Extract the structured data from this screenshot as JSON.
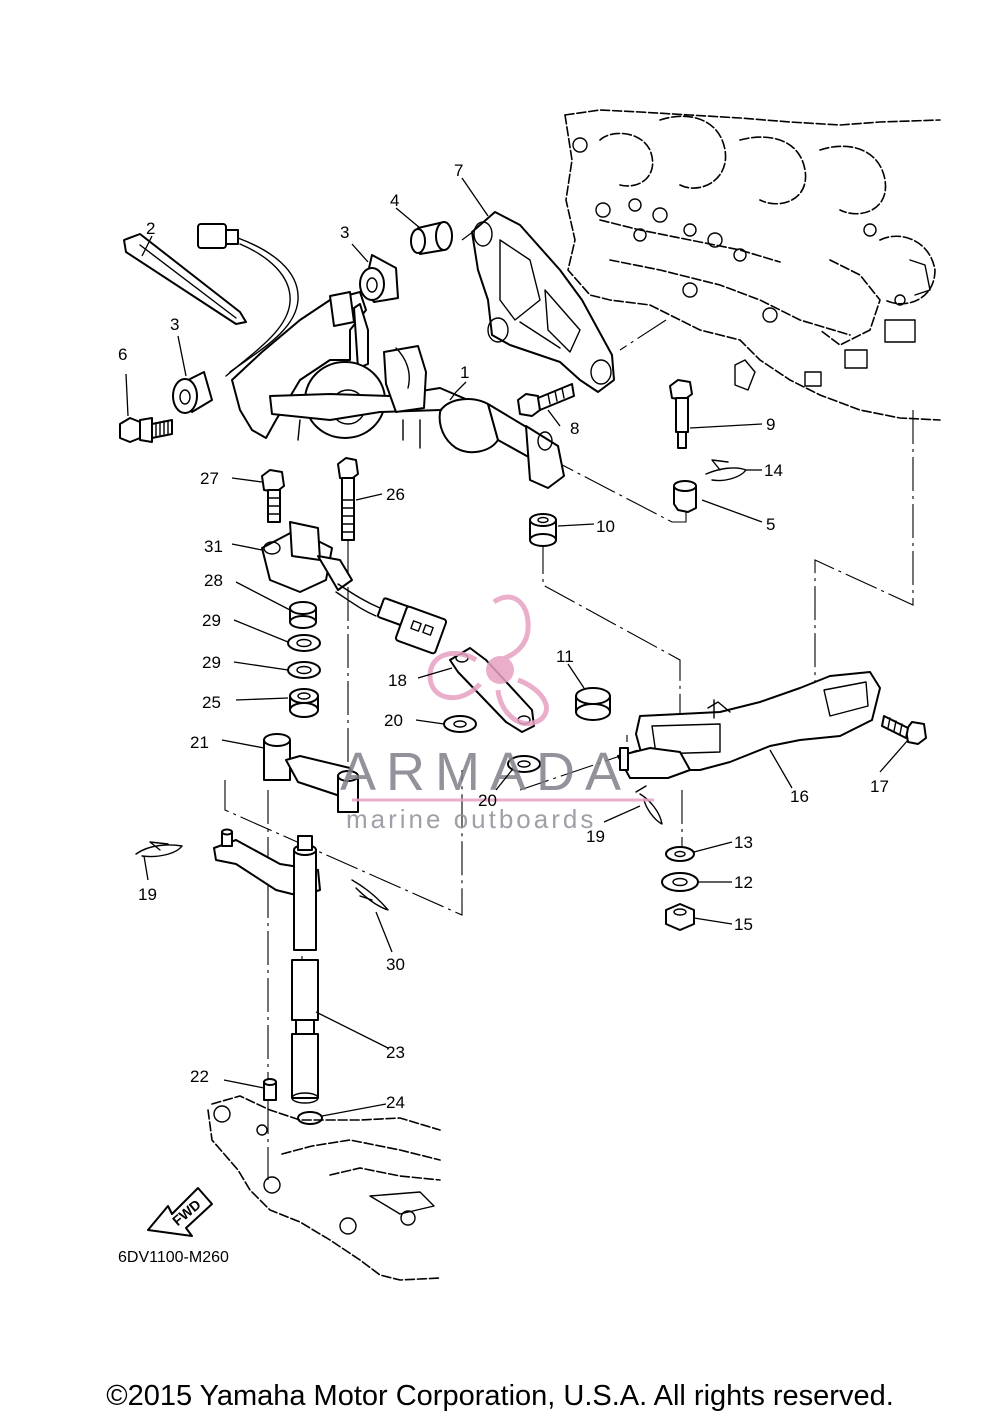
{
  "diagram": {
    "code": "6DV1100-M260",
    "fwd_label": "FWD",
    "copyright": "©2015 Yamaha Motor Corporation, U.S.A. All rights reserved."
  },
  "watermark": {
    "brand": "ARMADA",
    "tagline": "marine outboards",
    "accent_color": "#e7a1c2"
  },
  "callouts": [
    {
      "id": "c1",
      "number": "1"
    },
    {
      "id": "c2",
      "number": "2"
    },
    {
      "id": "c3a",
      "number": "3"
    },
    {
      "id": "c3b",
      "number": "3"
    },
    {
      "id": "c4",
      "number": "4"
    },
    {
      "id": "c5",
      "number": "5"
    },
    {
      "id": "c6",
      "number": "6"
    },
    {
      "id": "c7",
      "number": "7"
    },
    {
      "id": "c8",
      "number": "8"
    },
    {
      "id": "c9",
      "number": "9"
    },
    {
      "id": "c10",
      "number": "10"
    },
    {
      "id": "c11",
      "number": "11"
    },
    {
      "id": "c12",
      "number": "12"
    },
    {
      "id": "c13",
      "number": "13"
    },
    {
      "id": "c14",
      "number": "14"
    },
    {
      "id": "c15",
      "number": "15"
    },
    {
      "id": "c16",
      "number": "16"
    },
    {
      "id": "c17",
      "number": "17"
    },
    {
      "id": "c18",
      "number": "18"
    },
    {
      "id": "c19a",
      "number": "19"
    },
    {
      "id": "c19b",
      "number": "19"
    },
    {
      "id": "c20a",
      "number": "20"
    },
    {
      "id": "c20b",
      "number": "20"
    },
    {
      "id": "c21",
      "number": "21"
    },
    {
      "id": "c22",
      "number": "22"
    },
    {
      "id": "c23",
      "number": "23"
    },
    {
      "id": "c24",
      "number": "24"
    },
    {
      "id": "c25",
      "number": "25"
    },
    {
      "id": "c26",
      "number": "26"
    },
    {
      "id": "c27",
      "number": "27"
    },
    {
      "id": "c28",
      "number": "28"
    },
    {
      "id": "c29a",
      "number": "29"
    },
    {
      "id": "c29b",
      "number": "29"
    },
    {
      "id": "c30",
      "number": "30"
    },
    {
      "id": "c31",
      "number": "31"
    }
  ]
}
